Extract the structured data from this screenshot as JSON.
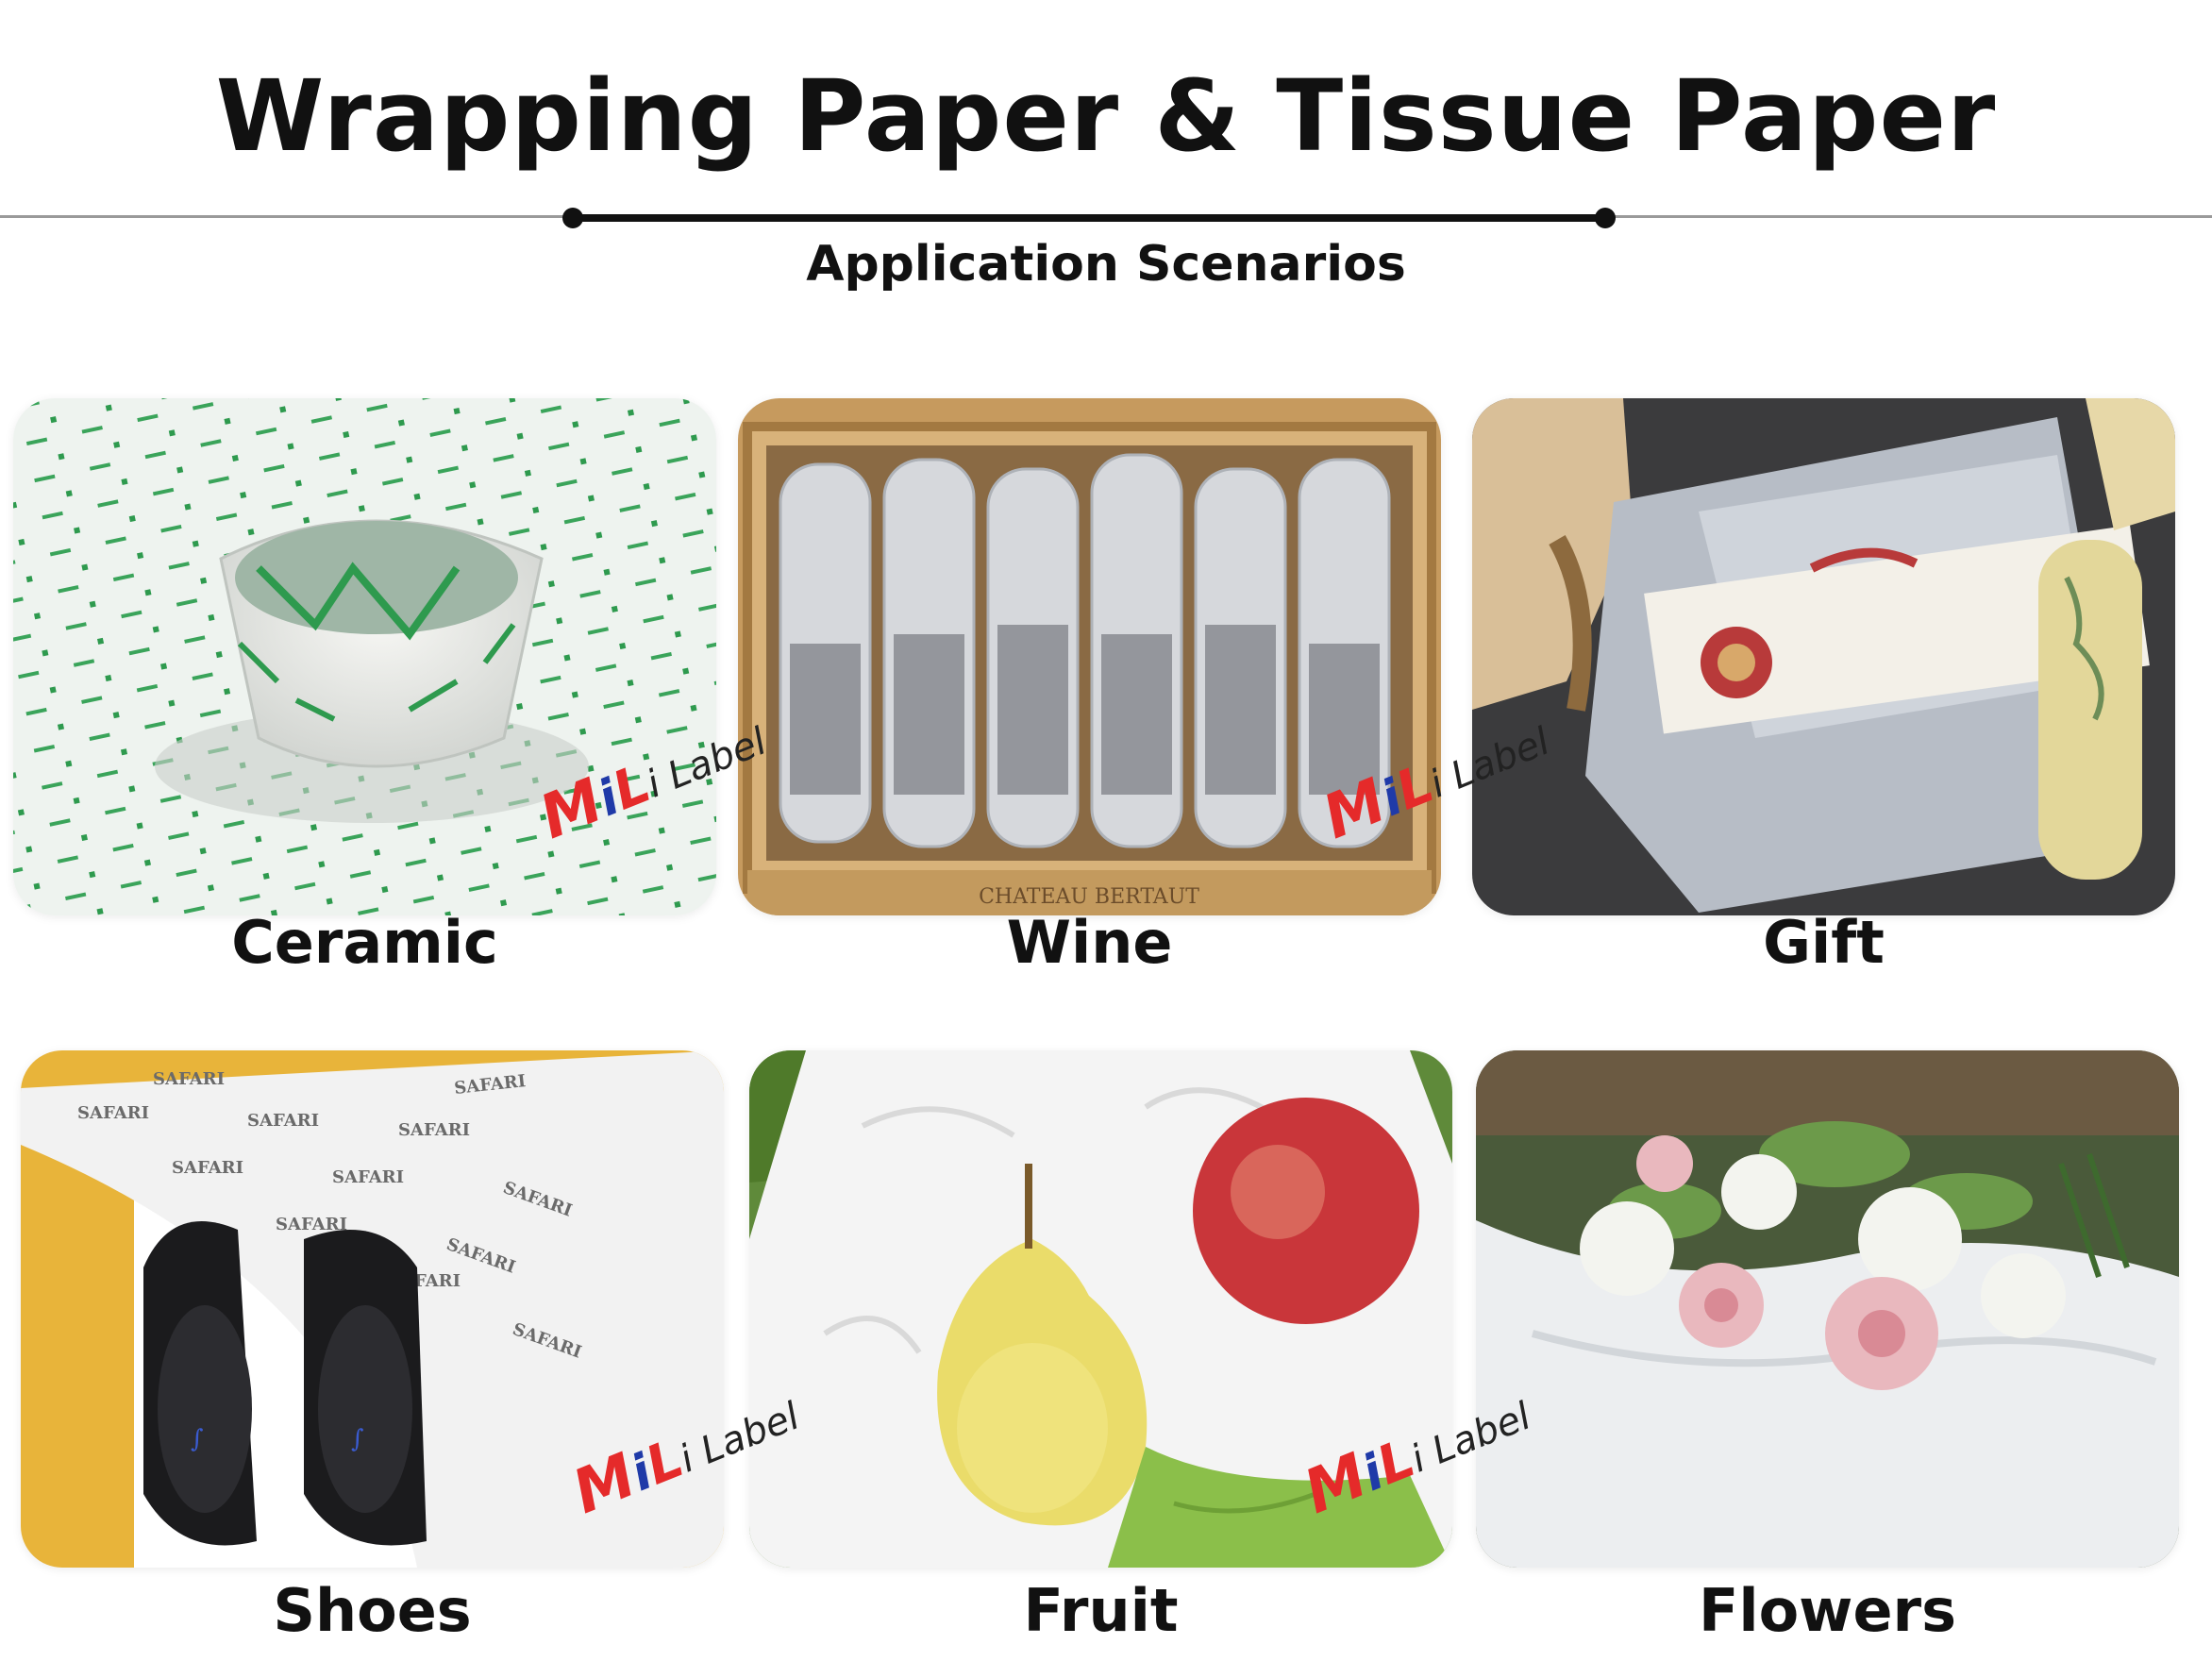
{
  "header": {
    "title": "Wrapping Paper &  Tissue Paper",
    "subtitle": "Application Scenarios"
  },
  "watermark": {
    "m": "M",
    "i": "i",
    "l": "L",
    "rest": "i Label"
  },
  "scenarios": [
    {
      "label": "Ceramic",
      "image": "ceramic-bowl-wrapped-in-green-printed-tissue"
    },
    {
      "label": "Wine",
      "image": "wine-bottles-wrapped-in-tissue-in-wooden-crate",
      "crate_text": "CHATEAU BERTAUT"
    },
    {
      "label": "Gift",
      "image": "gift-parcel-wrapped-in-grey-tissue-with-wax-seal"
    },
    {
      "label": "Shoes",
      "image": "black-shoes-in-box-with-printed-tissue",
      "tissue_print": "SAFARI"
    },
    {
      "label": "Fruit",
      "image": "pear-and-apple-in-white-tissue"
    },
    {
      "label": "Flowers",
      "image": "bouquet-wrapped-in-white-tissue"
    }
  ],
  "colors": {
    "text": "#111111",
    "watermark_red": "#e52a2a",
    "watermark_blue": "#1f3aa8"
  }
}
